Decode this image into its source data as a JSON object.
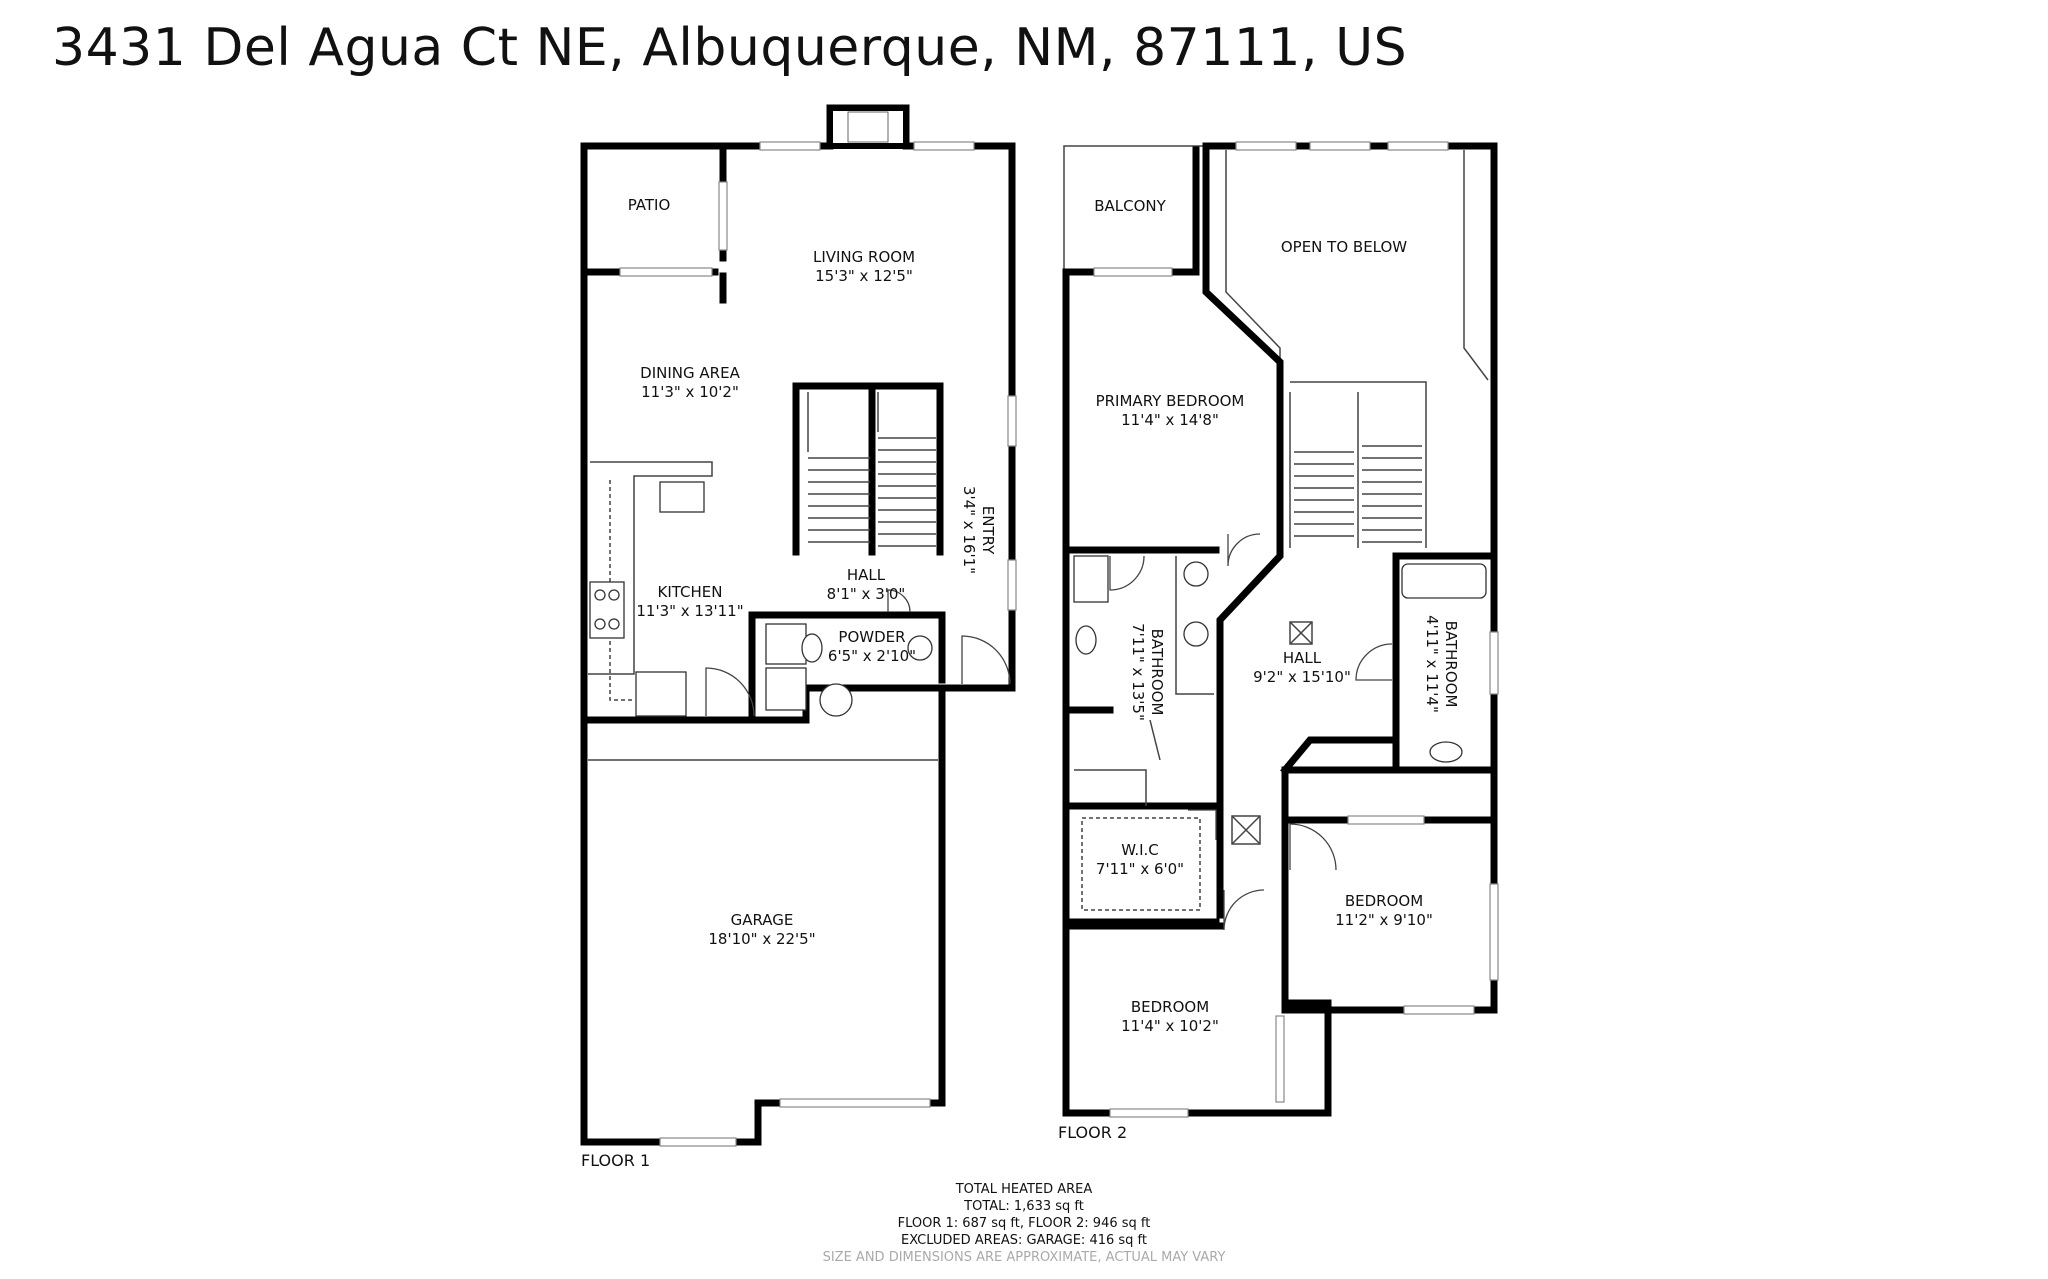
{
  "address": "3431 Del Agua Ct NE, Albuquerque, NM, 87111, US",
  "floors": {
    "floor1": {
      "label": "FLOOR 1",
      "rooms": [
        {
          "id": "patio",
          "name": "PATIO",
          "dims": ""
        },
        {
          "id": "living",
          "name": "LIVING ROOM",
          "dims": "15'3\" x 12'5\""
        },
        {
          "id": "dining",
          "name": "DINING AREA",
          "dims": "11'3\" x 10'2\""
        },
        {
          "id": "entry",
          "name": "ENTRY",
          "dims": "3'4\" x 16'1\""
        },
        {
          "id": "hall1",
          "name": "HALL",
          "dims": "8'1\" x 3'0\""
        },
        {
          "id": "kitchen",
          "name": "KITCHEN",
          "dims": "11'3\" x 13'11\""
        },
        {
          "id": "powder",
          "name": "POWDER",
          "dims": "6'5\" x 2'10\""
        },
        {
          "id": "garage",
          "name": "GARAGE",
          "dims": "18'10\" x 22'5\""
        }
      ]
    },
    "floor2": {
      "label": "FLOOR 2",
      "rooms": [
        {
          "id": "balcony",
          "name": "BALCONY",
          "dims": ""
        },
        {
          "id": "open",
          "name": "OPEN TO BELOW",
          "dims": ""
        },
        {
          "id": "primary",
          "name": "PRIMARY BEDROOM",
          "dims": "11'4\" x 14'8\""
        },
        {
          "id": "bath_primary",
          "name": "BATHROOM",
          "dims": "7'11\" x 13'5\""
        },
        {
          "id": "hall2",
          "name": "HALL",
          "dims": "9'2\" x 15'10\""
        },
        {
          "id": "bath_hall",
          "name": "BATHROOM",
          "dims": "4'11\" x 11'4\""
        },
        {
          "id": "wic",
          "name": "W.I.C",
          "dims": "7'11\" x 6'0\""
        },
        {
          "id": "bed_right",
          "name": "BEDROOM",
          "dims": "11'2\" x 9'10\""
        },
        {
          "id": "bed_bottom",
          "name": "BEDROOM",
          "dims": "11'4\" x 10'2\""
        }
      ]
    }
  },
  "summary": {
    "heading": "TOTAL HEATED AREA",
    "total": "TOTAL: 1,633 sq ft",
    "floors": "FLOOR 1: 687 sq ft, FLOOR 2: 946 sq ft",
    "excluded": "EXCLUDED AREAS: GARAGE: 416 sq ft",
    "disclaimer": "SIZE AND DIMENSIONS ARE APPROXIMATE, ACTUAL MAY VARY"
  },
  "colors": {
    "wall": "#000000",
    "thin": "#555555",
    "window": "#999999",
    "fixture": "#444444",
    "text": "#111111",
    "note": "#aaaaaa"
  }
}
